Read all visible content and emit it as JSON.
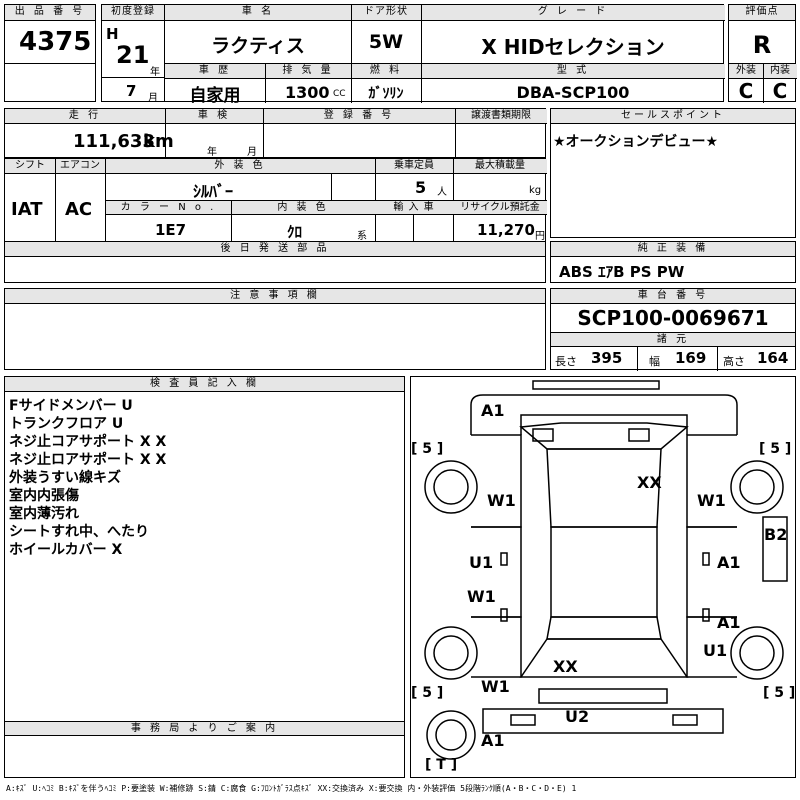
{
  "header": {
    "lot_label": "出 品 番 号",
    "lot_number": "4375",
    "first_reg_label": "初度登録",
    "era": "H",
    "year": "21",
    "year_unit": "年",
    "month": "7",
    "month_unit": "月",
    "car_name_label": "車 名",
    "car_name": "ラクティス",
    "door_label": "ドア形状",
    "door": "5W",
    "grade_label": "グ レ ー ド",
    "grade": "X HIDセレクション",
    "score_label": "評価点",
    "score": "R",
    "history_label": "車 歴",
    "history": "自家用",
    "displacement_label": "排 気 量",
    "displacement": "1300",
    "displacement_unit": "CC",
    "fuel_label": "燃 料",
    "fuel": "ｶﾞｿﾘﾝ",
    "model_label": "型 式",
    "model": "DBA-SCP100",
    "exterior_label": "外装",
    "exterior": "C",
    "interior_label": "内装",
    "interior": "C"
  },
  "row2": {
    "mileage_label": "走 行",
    "mileage": "111,633",
    "mileage_unit": "km",
    "inspection_label": "車 検",
    "insp_year_unit": "年",
    "insp_month_unit": "月",
    "reg_no_label": "登 録 番 号",
    "transfer_label": "譲渡書類期限",
    "sales_label": "セールスポイント",
    "sales_point": "★オークションデビュー★"
  },
  "row3": {
    "shift_label": "シフト",
    "shift": "IAT",
    "ac_label": "エアコン",
    "ac": "AC",
    "ext_color_label": "外 装 色",
    "ext_color": "ｼﾙﾊﾞｰ",
    "capacity_label": "乗車定員",
    "capacity": "5",
    "capacity_unit": "人",
    "max_load_label": "最大積載量",
    "max_load_unit": "kg",
    "color_no_label": "カ ラ ー N o .",
    "color_no": "1E7",
    "int_color_label": "内 装 色",
    "int_color": "ｸﾛ",
    "int_color_unit": "系",
    "import_label": "輸 入 車",
    "recycle_label": "リサイクル預託金",
    "recycle": "11,270",
    "recycle_unit": "円",
    "later_parts_label": "後 日 発 送 部 品",
    "equipment_label": "純 正 装 備",
    "equipment": "ABS ｴｱB PS PW"
  },
  "notes": {
    "label": "注 意 事 項 欄",
    "chassis_label": "車 台 番 号",
    "chassis": "SCP100-0069671",
    "spec_label": "諸 元",
    "length_label": "長さ",
    "length": "395",
    "width_label": "幅",
    "width": "169",
    "height_label": "高さ",
    "height": "164"
  },
  "inspector": {
    "label": "検 査 員 記 入 欄",
    "lines": [
      "Fサイドメンバー U",
      "トランクフロア U",
      "ネジ止コアサポート X X",
      "ネジ止ロアサポート X X",
      "外装うすい線キズ",
      "室内内張傷",
      "室内薄汚れ",
      "シートすれ中、へたり",
      "ホイールカバー X"
    ],
    "office_label": "事 務 局 よ り ご 案 内"
  },
  "diagram": {
    "marks": {
      "front_a1": "A1",
      "tire_fl": "[ 5 ]",
      "tire_fr": "[ 5 ]",
      "tire_rl": "[ 5 ]",
      "tire_rr": "[ 5 ]",
      "roof_xx": "XX",
      "left_w1_front": "W1",
      "right_w1_front": "W1",
      "right_b2": "B2",
      "left_u1": "U1",
      "right_a1_front": "A1",
      "left_w1_mid": "W1",
      "right_a1_rear": "A1",
      "right_u1": "U1",
      "rear_xx": "XX",
      "left_w1_rear": "W1",
      "rear_u2": "U2",
      "rear_a1": "A1",
      "spare": "[ T ]"
    }
  },
  "legend": "A:ｷｽﾞ U:ﾍｺﾐ B:ｷｽﾞを伴うﾍｺﾐ P:要塗装 W:補修跡 S:錆 C:腐食 G:ﾌﾛﾝﾄｶﾞﾗｽ点ｷｽﾞ XX:交換済み X:要交換 内・外装評価 5段階ﾗﾝｸ順(A・B・C・D・E) 1"
}
